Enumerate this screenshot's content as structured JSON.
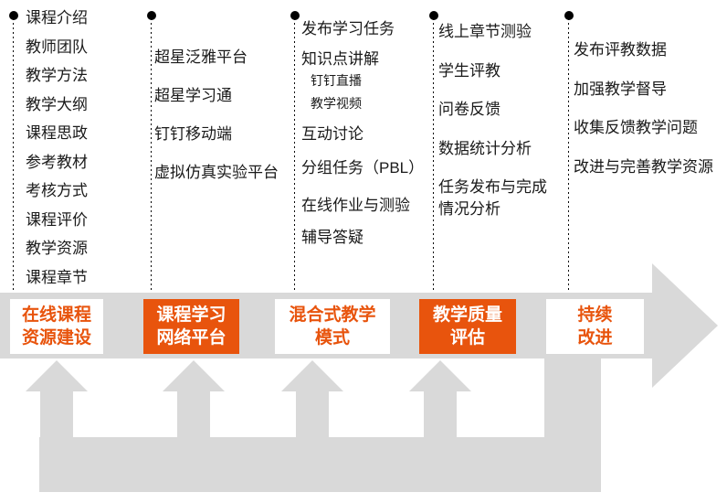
{
  "colors": {
    "accent_orange": "#e8540d",
    "band_gray": "#d9d9d9",
    "text_black": "#1a1a1a"
  },
  "columns": [
    {
      "name": "online-course-resources",
      "items": [
        "课程介绍",
        "教师团队",
        "教学方法",
        "教学大纲",
        "课程思政",
        "参考教材",
        "考核方式",
        "课程评价",
        "教学资源",
        "课程章节"
      ]
    },
    {
      "name": "learning-platforms",
      "items": [
        "超星泛雅平台",
        "超星学习通",
        "钉钉移动端",
        "虚拟仿真实验平台"
      ]
    },
    {
      "name": "blended-teaching-activities",
      "items": [
        "发布学习任务",
        "知识点讲解",
        "钉钉直播",
        "教学视频",
        "互动讨论",
        "分组任务（PBL）",
        "在线作业与测验",
        "辅导答疑"
      ]
    },
    {
      "name": "quality-assessment-activities",
      "items": [
        "线上章节测验",
        "学生评教",
        "问卷反馈",
        "数据统计分析",
        "任务发布与完成\n情况分析"
      ]
    },
    {
      "name": "continuous-improvement-activities",
      "items": [
        "发布评教数据",
        "加强教学督导",
        "收集反馈教学问题",
        "改进与完善教学资源"
      ]
    }
  ],
  "stages": [
    {
      "line1": "在线课程",
      "line2": "资源建设",
      "variant": "outline"
    },
    {
      "line1": "课程学习",
      "line2": "网络平台",
      "variant": "solid"
    },
    {
      "line1": "混合式教学",
      "line2": "模式",
      "variant": "outline"
    },
    {
      "line1": "教学质量",
      "line2": "评估",
      "variant": "solid"
    },
    {
      "line1": "持续",
      "line2": "改进",
      "variant": "outline"
    }
  ]
}
